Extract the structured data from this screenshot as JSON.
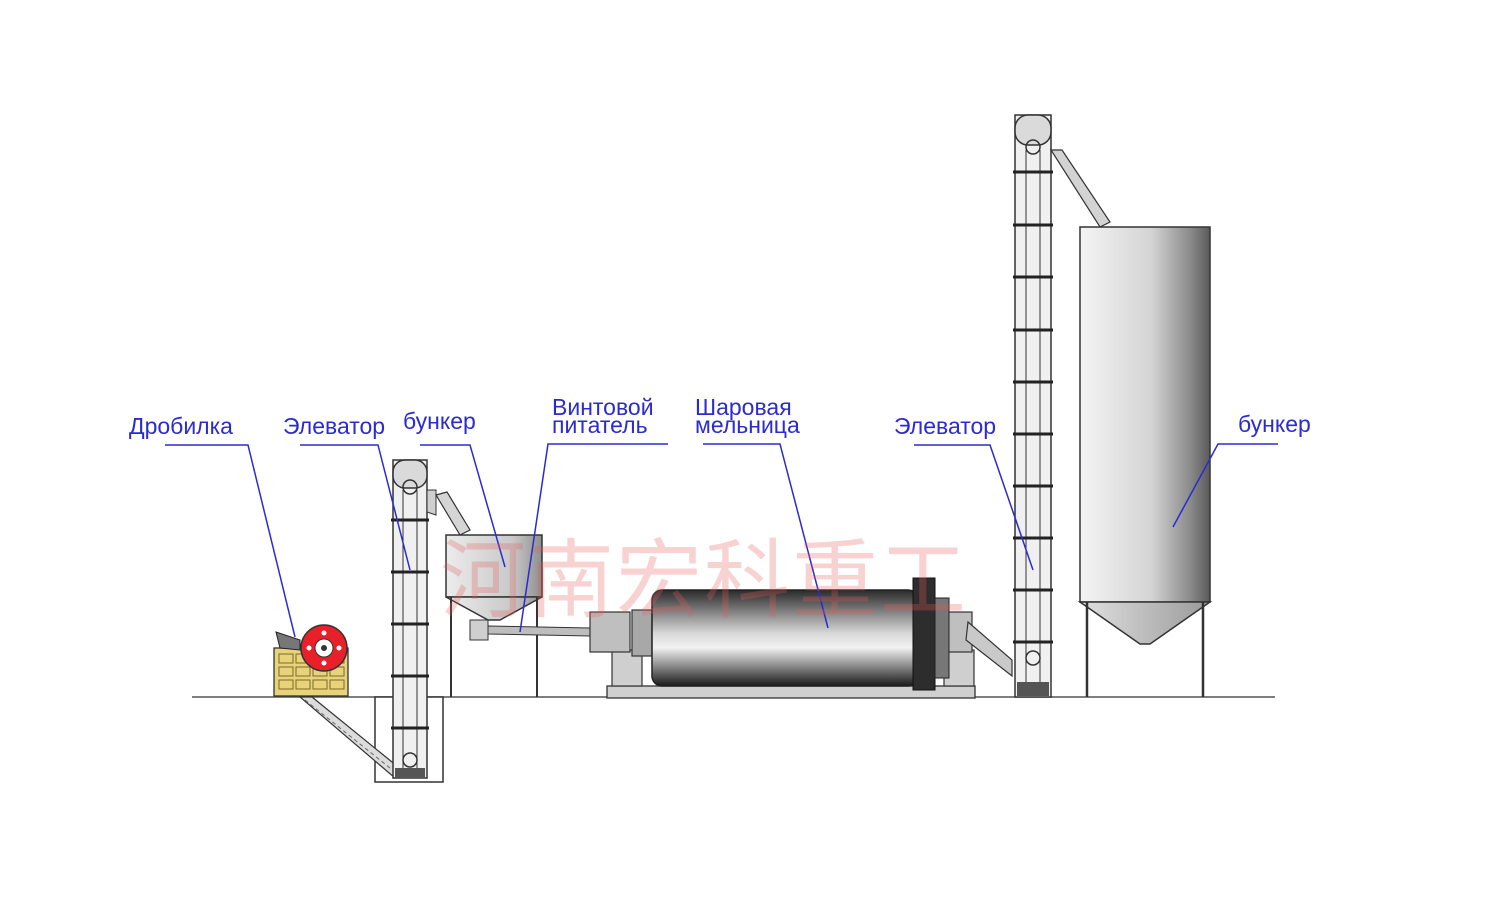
{
  "labels": {
    "crusher": "Дробилка",
    "elevator_1": "Элеватор",
    "hopper_1": "бункер",
    "screw_feeder_line1": "Винтовой",
    "screw_feeder_line2": "питатель",
    "ball_mill_line1": "Шаровая",
    "ball_mill_line2": "мельница",
    "elevator_2": "Элеватор",
    "hopper_2": "бункер"
  },
  "watermark": "河南宏科重工",
  "colors": {
    "label_text": "#2b2bd0",
    "leader_line": "#2b2bd0",
    "crusher_wheel": "#e8202a",
    "crusher_frame": "#e8d27a",
    "watermark": "#e65a5a"
  }
}
